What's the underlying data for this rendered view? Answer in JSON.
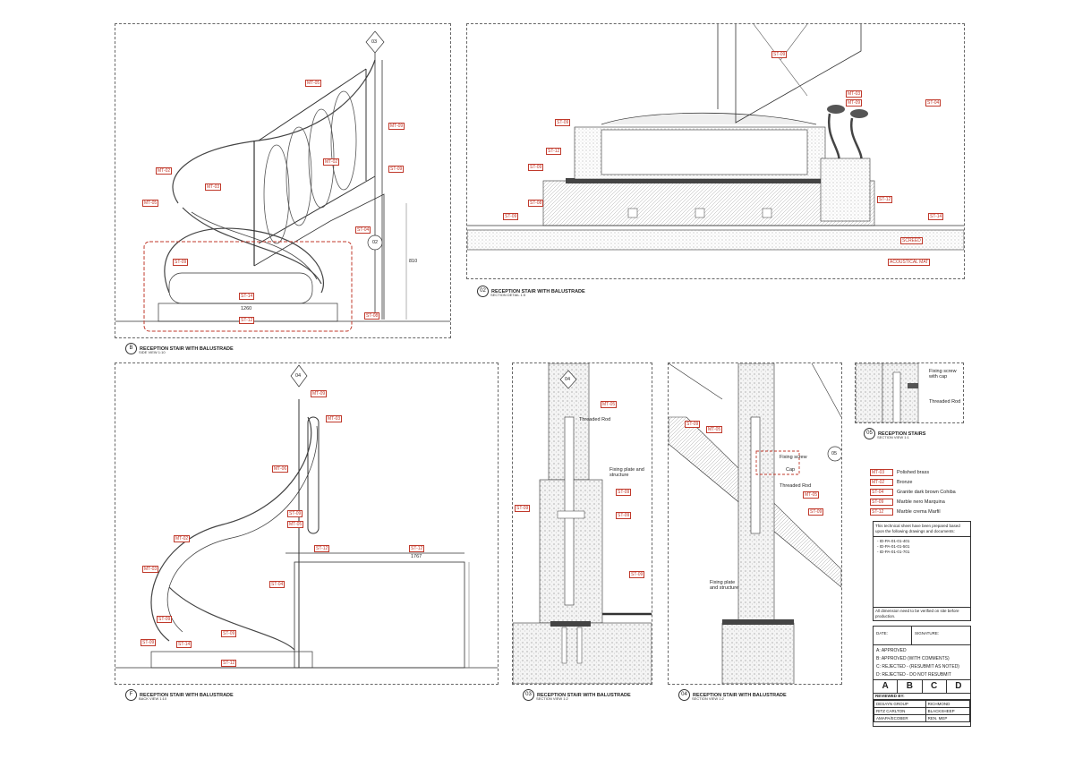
{
  "views": {
    "b": {
      "letter": "B",
      "title": "RECEPTION STAIR WITH BALUSTRADE",
      "scale": "SIDE VIEW 1:10",
      "marker": "03"
    },
    "v02": {
      "letter": "02",
      "title": "RECEPTION STAIR WITH BALUSTRADE",
      "scale": "SECTION DETAIL 1:5"
    },
    "f": {
      "letter": "F",
      "title": "RECEPTION STAIR WITH BALUSTRADE",
      "scale": "BACK VIEW 1:10",
      "marker": "04"
    },
    "v03": {
      "letter": "03",
      "title": "RECEPTION STAIR WITH BALUSTRADE",
      "scale": "SECTION VIEW 1:2",
      "marker": "04"
    },
    "v04": {
      "letter": "04",
      "title": "RECEPTION STAIR WITH BALUSTRADE",
      "scale": "SECTION VIEW 1:2",
      "marker": "05"
    },
    "v05": {
      "letter": "05",
      "title": "RECEPTION STAIRS",
      "scale": "SECTION VIEW 1:1"
    }
  },
  "tags": {
    "mt05": "MT-05",
    "mt09": "MT-09",
    "mt02": "MT-02",
    "mt03": "MT-03",
    "mt06": "MT-06",
    "st09": "ST-09",
    "st04": "ST-04",
    "st12": "ST-12",
    "st14": "ST-14",
    "st08": "ST-08",
    "st05": "ST-05",
    "v02_marker": "02",
    "screed": "SCREED",
    "acoustic": "ACOUSTICAL MAT"
  },
  "notes": {
    "threaded_rod": "Threaded Rod",
    "fixing_plate": "Fixing plate and structure",
    "fixing_screw": "Fixing screw with cap",
    "fixing_screw_short": "Fixing screw",
    "cap": "Cap",
    "dim_1260": "1260",
    "dim_1767": "1767",
    "dim_810": "810"
  },
  "legend": [
    {
      "code": "MT-03",
      "desc": "Polished brass"
    },
    {
      "code": "MT-02",
      "desc": "Bronze"
    },
    {
      "code": "ST-04",
      "desc": "Granite dark brown Cohiba"
    },
    {
      "code": "ST-09",
      "desc": "Marble nero Marquina"
    },
    {
      "code": "ST-12",
      "desc": "Marble crema Marfil"
    }
  ],
  "ref_note": {
    "header": "This technical sheet have been prepared based upon the following drawings and documents:",
    "items": [
      "- ID-PA-01-01-401",
      "- ID-PA-01-01-501",
      "- ID-PA-01-01-701"
    ],
    "footer": "All dimension need to be verified on site before production."
  },
  "approval": {
    "date_label": "DATE:",
    "signature_label": "SIGNATURE:",
    "a": "A: APPROVED",
    "b": "B: APPROVED (WITH COMMENTS)",
    "c": "C: REJECTED - (RESUBMIT AS NOTED)",
    "d": "D: REJECTED - DO NOT RESUBMIT",
    "letters": [
      "A",
      "B",
      "C",
      "D"
    ],
    "reviewed_by": "REVIEWED BY:",
    "reviewers": [
      [
        "DESAYN GROUP",
        "RICHMOND"
      ],
      [
        "RITZ CARLTON",
        "BLACKSHEEP"
      ],
      [
        "AMAPA/ECOBER",
        "REN. MEP"
      ]
    ]
  },
  "colors": {
    "redline": "#c0392b",
    "ink": "#333333",
    "hatch": "#888888"
  }
}
